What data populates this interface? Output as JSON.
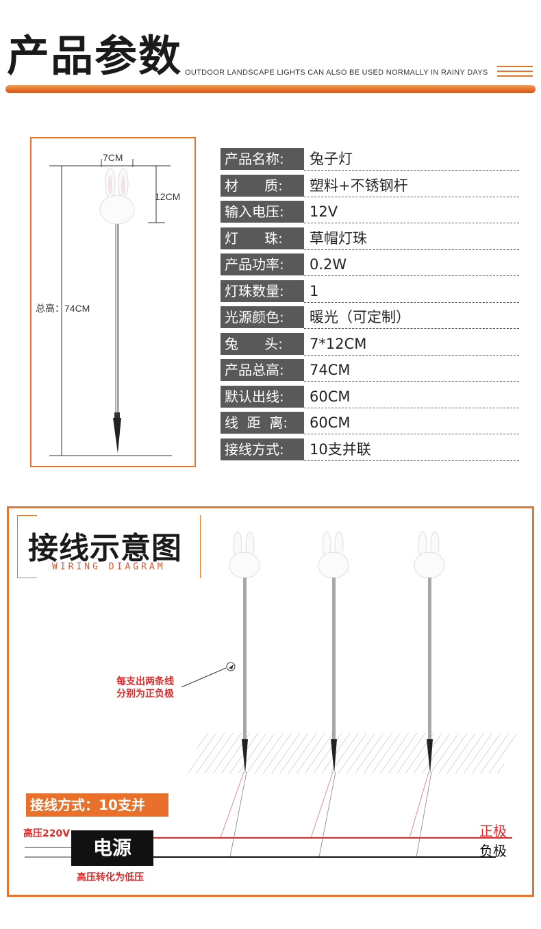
{
  "header": {
    "title": "产品参数",
    "subtitle": "OUTDOOR LANDSCAPE LIGHTS CAN ALSO BE USED NORMALLY IN RAINY DAYS",
    "accent_color": "#e8742a"
  },
  "product_diagram": {
    "width_label": "7CM",
    "head_height_label": "12CM",
    "total_height_label": "总高：74CM"
  },
  "specs": [
    {
      "key": "产品名称:",
      "value": "兔子灯"
    },
    {
      "key": "材      质:",
      "value": "塑料+不锈钢杆"
    },
    {
      "key": "输入电压:",
      "value": "12V"
    },
    {
      "key": "灯      珠:",
      "value": "草帽灯珠"
    },
    {
      "key": "产品功率:",
      "value": "0.2W"
    },
    {
      "key": "灯珠数量:",
      "value": "1"
    },
    {
      "key": "光源颜色:",
      "value": "暖光（可定制）"
    },
    {
      "key": "兔      头:",
      "value": "7*12CM"
    },
    {
      "key": "产品总高:",
      "value": "74CM"
    },
    {
      "key": "默认出线:",
      "value": "60CM"
    },
    {
      "key": "线  距  离:",
      "value": "60CM"
    },
    {
      "key": "接线方式:",
      "value": "10支并联"
    }
  ],
  "wiring": {
    "title": "接线示意图",
    "subtitle": "WIRING DIAGRAM",
    "note_line1": "每支出两条线",
    "note_line2": "分别为正负极",
    "method": "接线方式：10支并",
    "high_voltage": "高压220V",
    "power_label": "电源",
    "convert_note": "高压转化为低压",
    "positive": "正极",
    "negative": "负极",
    "positive_color": "#e02a2a",
    "negative_color": "#111111"
  }
}
